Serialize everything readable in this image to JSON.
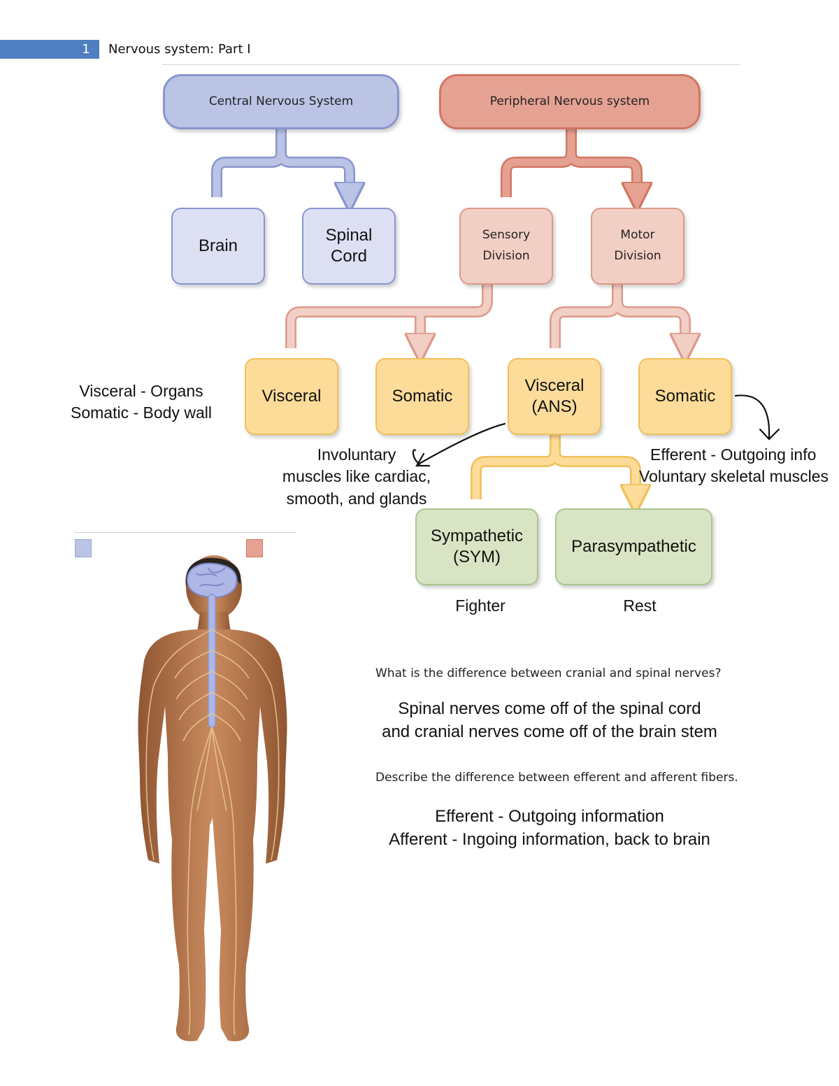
{
  "header": {
    "page_number": "1",
    "title": "Nervous system: Part I"
  },
  "colors": {
    "header_bar": "#4f7fc0",
    "cns": "#bcc4e6",
    "cns_border": "#8a95cf",
    "pns": "#e5a292",
    "pns_border": "#d27664",
    "division": "#f2cfc5",
    "branch": "#fddc9a",
    "ans_branch": "#d8e4c3",
    "skin": "#b9774f"
  },
  "diagram": {
    "cns": "Central Nervous System",
    "pns": "Peripheral Nervous system",
    "brain": "Brain",
    "spinal_cord": [
      "Spinal",
      "Cord"
    ],
    "sensory": [
      "Sensory",
      "Division"
    ],
    "motor": [
      "Motor",
      "Division"
    ],
    "visceral": "Visceral",
    "somatic_sensory": "Somatic",
    "visceral_ans": [
      "Visceral",
      "(ANS)"
    ],
    "somatic_motor": "Somatic",
    "sympathetic": [
      "Sympathetic",
      "(SYM)"
    ],
    "parasympathetic": "Parasympathetic"
  },
  "notes": {
    "left": [
      "Visceral - Organs",
      "Somatic - Body wall"
    ],
    "involuntary": [
      "Involuntary",
      "muscles like cardiac,",
      "smooth, and glands"
    ],
    "efferent": [
      "Efferent - Outgoing info",
      "Voluntary skeletal muscles"
    ],
    "fighter": "Fighter",
    "rest": "Rest"
  },
  "questions": [
    {
      "q": "What is the difference between cranial and spinal nerves?",
      "a": [
        "Spinal nerves come off of the spinal cord",
        "and cranial nerves come off of the brain stem"
      ]
    },
    {
      "q": "Describe the difference between efferent and afferent fibers.",
      "a": [
        "Efferent - Outgoing information",
        "Afferent - Ingoing information, back to brain"
      ]
    }
  ],
  "legend": [
    {
      "color": "#bcc4e6",
      "icon": "cns-swatch"
    },
    {
      "color": "#e5a292",
      "icon": "pns-swatch"
    }
  ],
  "illustration": {
    "icon": "human-nervous-system-figure"
  }
}
